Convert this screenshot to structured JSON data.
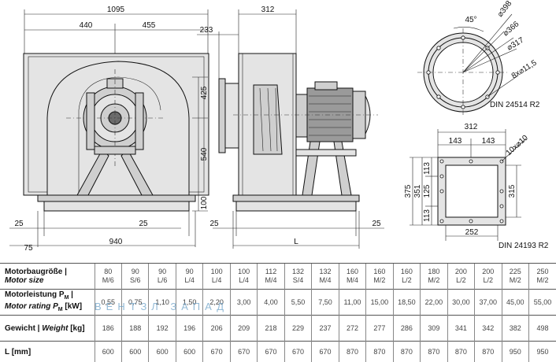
{
  "dims": {
    "front_width": "1095",
    "front_left": "440",
    "front_right": "455",
    "side_top": "312",
    "side_offset": "233",
    "h425": "425",
    "h540": "540",
    "h100": "100",
    "b25a": "25",
    "b25b": "25",
    "b25c": "25",
    "b25d": "25",
    "b75": "75",
    "b940": "940",
    "L": "L",
    "flange_angle": "45°",
    "d398": "⌀398",
    "d366": "⌀366",
    "d317": "⌀317",
    "holes_round": "8x⌀11,5",
    "din_round": "DIN 24514 R2",
    "r312": "312",
    "r143a": "143",
    "r143b": "143",
    "holes_rect": "10x⌀10",
    "v113a": "113",
    "v125": "125",
    "v113b": "113",
    "v375": "375",
    "v351": "351",
    "v315": "315",
    "r252": "252",
    "din_rect": "DIN 24193 R2"
  },
  "table": {
    "row1": {
      "label_de": "Motorbaugröße |",
      "label_en": "Motor size"
    },
    "row2": {
      "label_de": "Motorleistung P",
      "sub_de": "M",
      "label_de_end": " |",
      "label_en": "Motor rating P",
      "sub_en": "M",
      "label_en_end": " [kW]"
    },
    "row3": {
      "label_de": "Gewicht | ",
      "label_en": "Weight",
      "label_end": " [kg]"
    },
    "row4": {
      "label": "L [mm]"
    },
    "motor_size": [
      "80 M/6",
      "90 S/6",
      "90 L/6",
      "90 L/4",
      "100 L/4",
      "100 L/4",
      "112 M/4",
      "132 S/4",
      "132 M/4",
      "160 M/4",
      "160 M/2",
      "160 L/2",
      "180 M/2",
      "200 L/2",
      "200 L/2",
      "225 M/2",
      "250 M/2"
    ],
    "motor_rating": [
      "0,55",
      "0,75",
      "1,10",
      "1,50",
      "2,20",
      "3,00",
      "4,00",
      "5,50",
      "7,50",
      "11,00",
      "15,00",
      "18,50",
      "22,00",
      "30,00",
      "37,00",
      "45,00",
      "55,00"
    ],
    "weight": [
      "186",
      "188",
      "192",
      "196",
      "206",
      "209",
      "218",
      "229",
      "237",
      "272",
      "277",
      "286",
      "309",
      "341",
      "342",
      "382",
      "498"
    ],
    "length": [
      "600",
      "600",
      "600",
      "600",
      "670",
      "670",
      "670",
      "670",
      "670",
      "870",
      "870",
      "870",
      "870",
      "870",
      "870",
      "950",
      "950"
    ]
  },
  "watermark": "ВЕНТЗЛ ЗАПАД"
}
